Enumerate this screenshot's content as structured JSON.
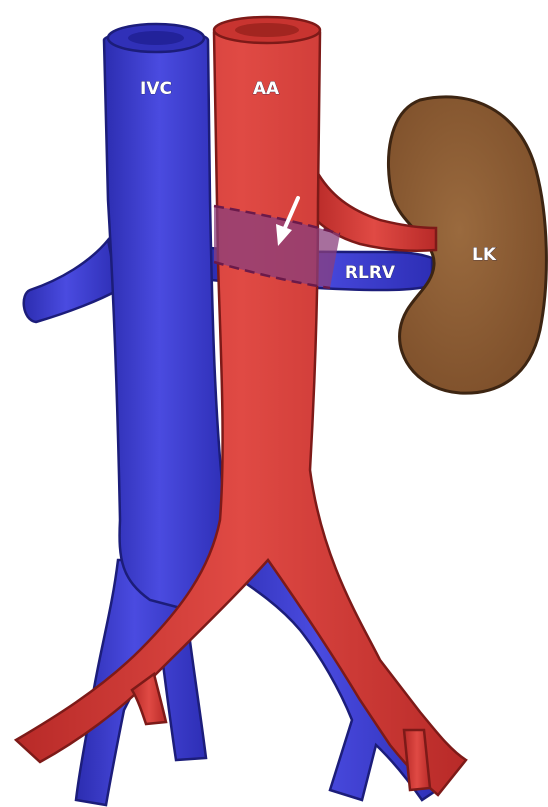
{
  "diagram": {
    "labels": {
      "ivc": "IVC",
      "aa": "AA",
      "lk": "LK",
      "rlrv": "RLRV"
    },
    "colors": {
      "vein": "#3b3ccc",
      "vein_dark": "#242693",
      "artery": "#d63a36",
      "artery_dark": "#8e1f1c",
      "kidney": "#8a5a32",
      "kidney_dark": "#3d2512",
      "overlap": "#8a3f7c",
      "arrow": "#ffffff"
    },
    "icons": {
      "pointer": "arrow-pointer-icon"
    }
  }
}
